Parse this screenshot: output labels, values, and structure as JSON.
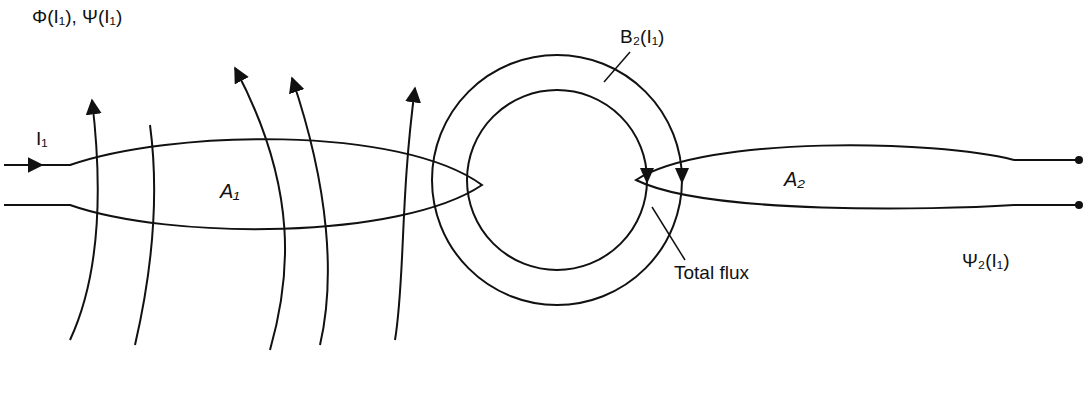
{
  "diagram": {
    "nodes": [
      {
        "text": [
          "A₁"
        ]
      },
      {
        "text": [
          "A₂"
        ]
      }
    ],
    "labels": [
      "Φ(I₁), Ψ(I₁)",
      "I₁",
      "B₂(I₁)",
      "Total flux",
      "Ψ₂(I₁)"
    ]
  }
}
